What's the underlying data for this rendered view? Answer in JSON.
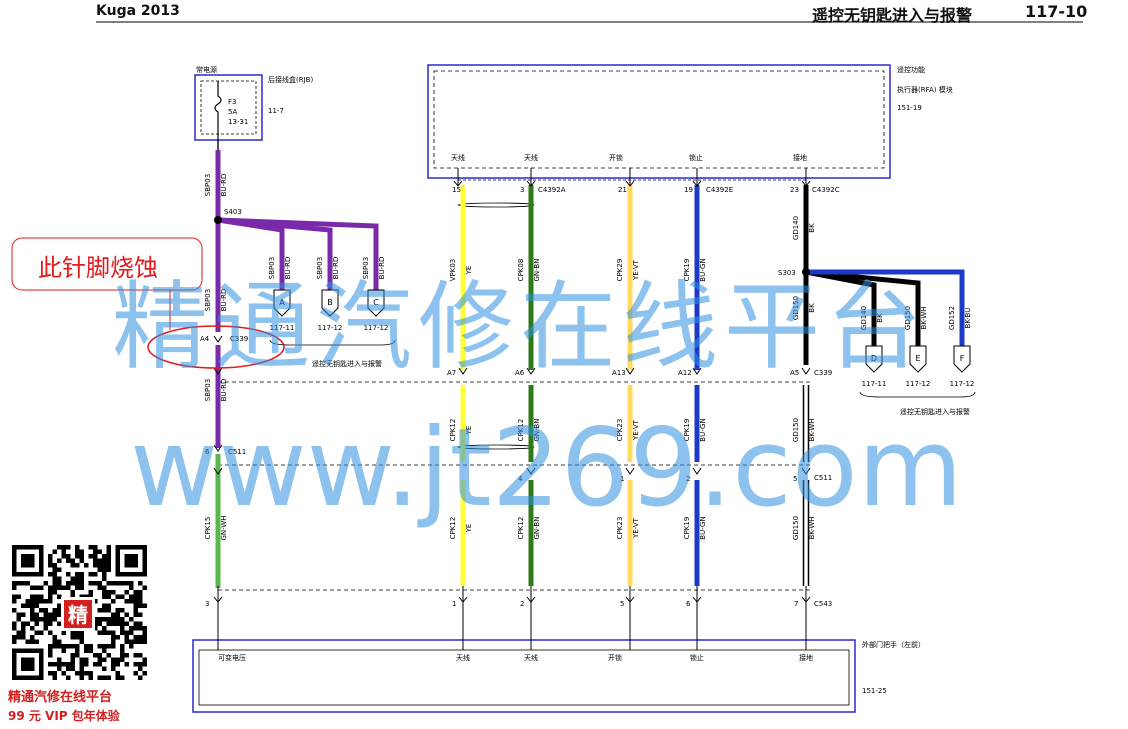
{
  "header": {
    "model": "Kuga 2013",
    "title": "遥控无钥匙进入与报警",
    "page": "117-10"
  },
  "fuse_box": {
    "source": "常电源",
    "module": "后接线盒(RJB)",
    "fuse_name": "F3",
    "fuse_amps": "5A",
    "fuse_ref": "13-31",
    "ref": "11-7"
  },
  "rfa_module": {
    "line1": "遥控功能",
    "line2": "执行器(RFA) 模块",
    "ref": "151-19",
    "pins": [
      "天线",
      "天线",
      "开锁",
      "锁止",
      "接地"
    ]
  },
  "door_handle": {
    "title": "外部门把手（左前）",
    "ref": "151-25",
    "pins": [
      "可变电压",
      "天线",
      "天线",
      "开锁",
      "锁止",
      "接地"
    ]
  },
  "connectors": {
    "c4392a": "C4392A",
    "c4392e": "C4392E",
    "c4392c": "C4392C",
    "c339": "C339",
    "c511": "C511",
    "c543": "C543",
    "s403": "S403",
    "s303": "S303"
  },
  "pin_numbers": {
    "rfa": [
      "15",
      "3",
      "21",
      "19",
      "23"
    ],
    "c339": [
      "A4",
      "A7",
      "A6",
      "A13",
      "A12",
      "A5"
    ],
    "c511": [
      "6",
      "4",
      "1",
      "2",
      "5"
    ],
    "c543": [
      "3",
      "1",
      "2",
      "5",
      "6",
      "7"
    ]
  },
  "wire_labels": {
    "fuse_out": [
      "SBP03",
      "BU-RD"
    ],
    "sp_left": [
      "SBP03",
      "BU-RD"
    ],
    "spa": [
      "SBP03",
      "BU-RD"
    ],
    "spb": [
      "SBP03",
      "BU-RD"
    ],
    "spc": [
      "SBP03",
      "BU-RD"
    ],
    "lower_left": [
      "SBP03",
      "BU-RD"
    ],
    "cpk15": [
      "CPK15",
      "GN-WH"
    ],
    "w1_top": [
      "VPK03",
      "YE"
    ],
    "w2_top": [
      "CPK08",
      "GN-BN"
    ],
    "w3_top": [
      "CPK29",
      "YE-VT"
    ],
    "w4_top": [
      "CPK19",
      "BU-GN"
    ],
    "gnd_top": [
      "GD140",
      "BK"
    ],
    "gnd_mid": [
      "GD150",
      "BK"
    ],
    "w1_mid": [
      "CPK12",
      "YE"
    ],
    "w2_mid": [
      "CPK12",
      "GN-BN"
    ],
    "w3_mid": [
      "CPK23",
      "YE-VT"
    ],
    "w4_mid": [
      "CPK19",
      "BU-GN"
    ],
    "gnd_low": [
      "GD150",
      "BK-WH"
    ],
    "w1_bot": [
      "CPK12",
      "YE"
    ],
    "w2_bot": [
      "CPK12",
      "GN-BN"
    ],
    "w3_bot": [
      "CPK23",
      "YE-VT"
    ],
    "w4_bot": [
      "CPK19",
      "BU-GN"
    ],
    "gnd_bot": [
      "GD150",
      "BK-WH"
    ],
    "gd": [
      "GD140",
      "BK"
    ],
    "ge": [
      "GD150",
      "BK-WH"
    ],
    "gf": [
      "GD152",
      "BK-BU"
    ]
  },
  "splice_refs_left": {
    "tags": [
      "A",
      "B",
      "C"
    ],
    "refs": [
      "117-11",
      "117-12",
      "117-12"
    ],
    "caption": "遥控无钥匙进入与报警"
  },
  "splice_refs_right": {
    "tags": [
      "D",
      "E",
      "F"
    ],
    "refs": [
      "117-11",
      "117-12",
      "117-12"
    ],
    "caption": "遥控无钥匙进入与报警"
  },
  "annotation": "此针脚烧蚀",
  "watermark": {
    "line1": "精通汽修在线平台",
    "line2": "www.jt269.com"
  },
  "qr_badge": {
    "char": "精",
    "line1": "精通汽修在线平台",
    "line2": "99 元 VIP 包年体验"
  },
  "colors": {
    "frame_blue": "#2a2ad0",
    "bu_rd": "#7a2aa8",
    "ye": "#ffff33",
    "gn_bn": "#2f7a18",
    "ye_vt": "#ffd95c",
    "bu_gn": "#1c3ac8",
    "bk": "#000000",
    "gn_wh": "#5ab84a",
    "annot": "#e21b1b",
    "watermark": "#2e8fde"
  }
}
